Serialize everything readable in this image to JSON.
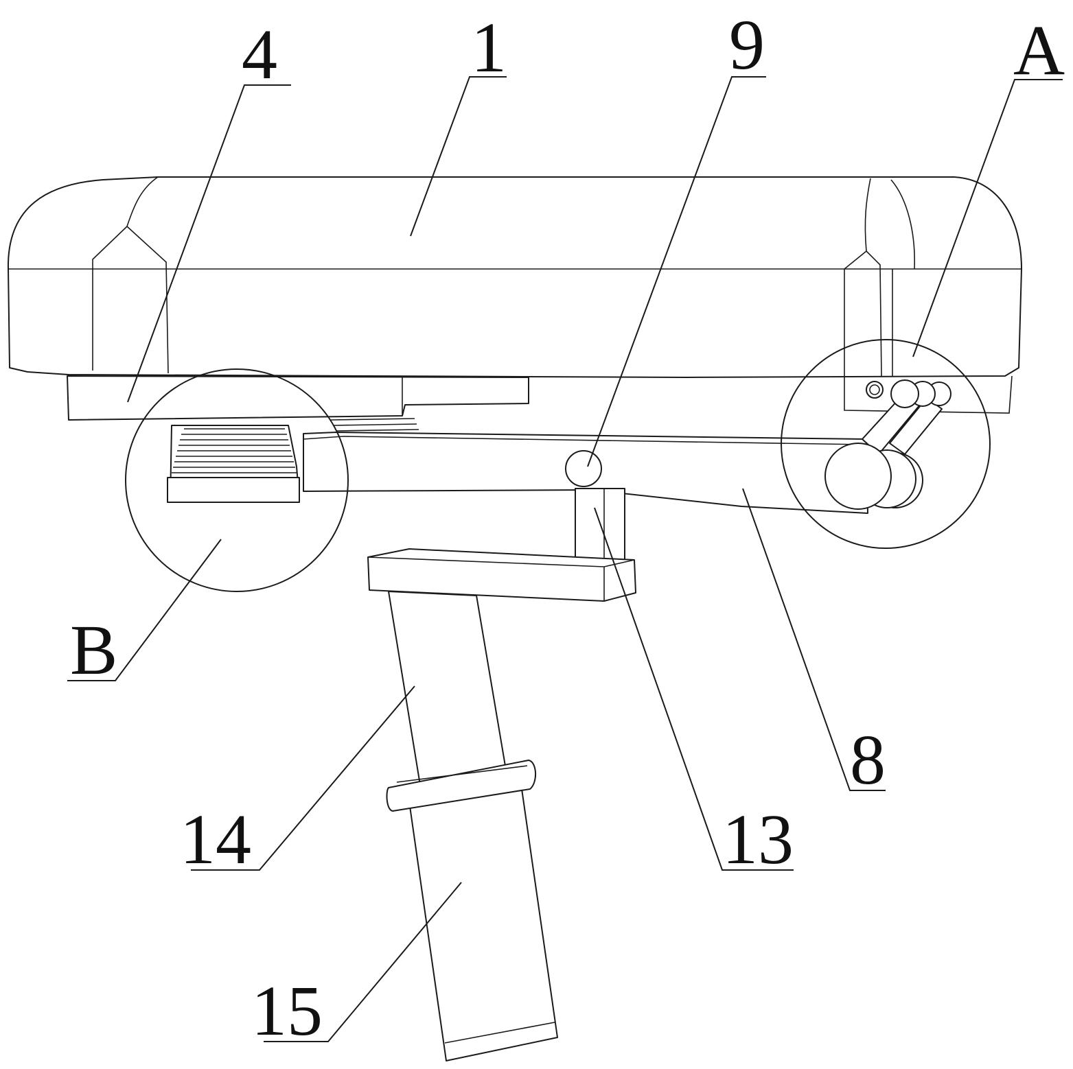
{
  "labels": {
    "l4": "4",
    "l1": "1",
    "l9": "9",
    "lA": "A",
    "lB": "B",
    "l8": "8",
    "l13": "13",
    "l14": "14",
    "l15": "15"
  },
  "colors": {
    "line": "#1a1a1a",
    "background": "#ffffff"
  }
}
